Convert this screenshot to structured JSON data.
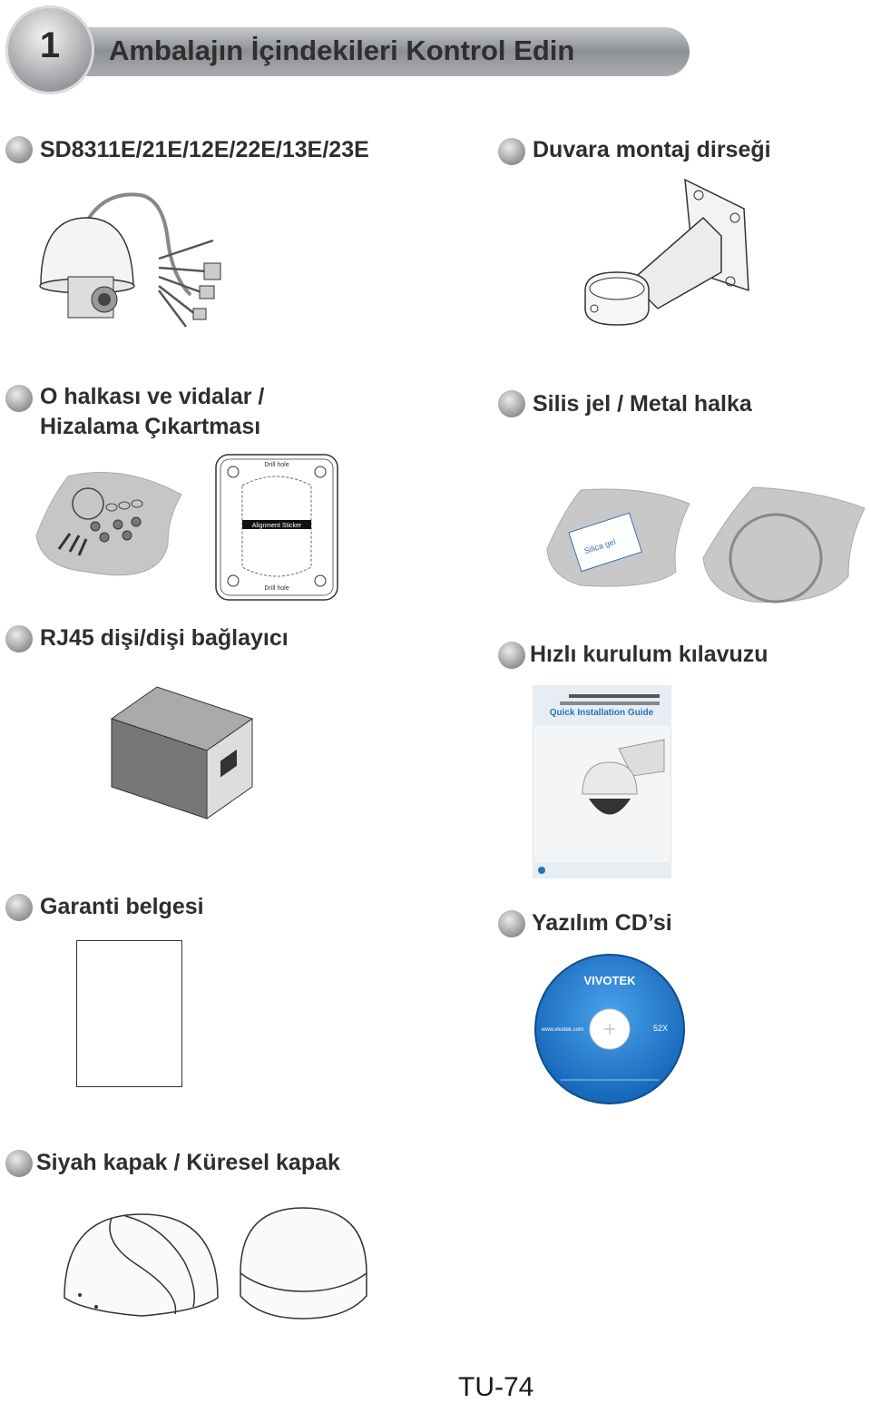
{
  "header": {
    "step": "1",
    "title": "Ambalajın İçindekileri Kontrol Edin"
  },
  "items": [
    {
      "label": "SD8311E/21E/12E/22E/13E/23E"
    },
    {
      "label": "Duvara montaj dirseği"
    },
    {
      "label_line1": "O halkası ve vidalar /",
      "label_line2": "Hizalama Çıkartması"
    },
    {
      "label": "Silis jel / Metal halka"
    },
    {
      "label": "RJ45 dişi/dişi bağlayıcı"
    },
    {
      "label": "Hızlı kurulum kılavuzu"
    },
    {
      "label": "Garanti belgesi"
    },
    {
      "label": "Yazılım CD’si"
    },
    {
      "label": "Siyah kapak / Küresel kapak"
    }
  ],
  "sticker": {
    "drill_hole_top": "Drill hole",
    "drill_hole_bottom": "Drill hole",
    "alignment": "Alignment Sticker"
  },
  "silica": {
    "text": "Silica gel"
  },
  "guide": {
    "title": "Quick Installation Guide"
  },
  "cd": {
    "brand": "VIVOTEK",
    "url": "www.vivotek.com",
    "speed": "52X"
  },
  "footer": {
    "page": "TU-74"
  },
  "colors": {
    "header_gradient": "#a9abae",
    "cd_blue": "#1f7fd0",
    "text": "#2e2e2e"
  }
}
